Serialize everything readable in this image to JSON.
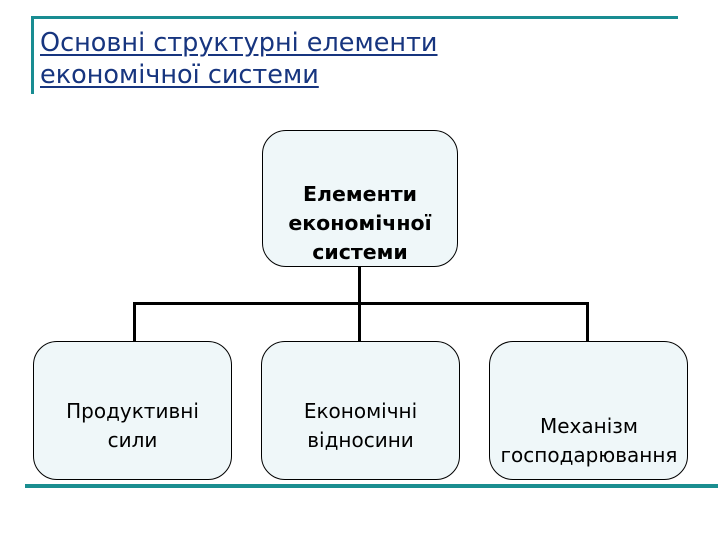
{
  "slide": {
    "title": "Основні структурні елементи\nекономічної системи",
    "accent_color": "#188c92",
    "title_color": "#17357f",
    "node_fill": "#eff7f9",
    "node_border": "#000000",
    "background": "#ffffff"
  },
  "diagram": {
    "type": "hierarchy",
    "root": {
      "label": "Елементи\nекономічної\nсистеми"
    },
    "children": [
      {
        "label": "Продуктивні\nсили"
      },
      {
        "label": "Економічні\nвідносини"
      },
      {
        "label": "Механізм\nгосподарювання"
      }
    ]
  }
}
